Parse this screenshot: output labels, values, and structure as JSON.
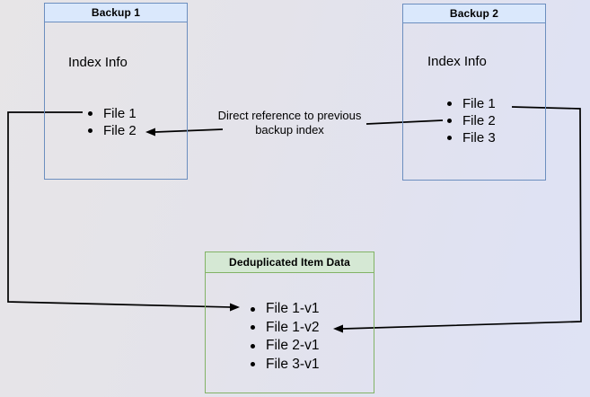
{
  "diagram": {
    "backup1": {
      "title": "Backup 1",
      "section": "Index Info",
      "files": [
        "File 1",
        "File 2"
      ]
    },
    "backup2": {
      "title": "Backup 2",
      "section": "Index Info",
      "files": [
        "File 1",
        "File 2",
        "File 3"
      ]
    },
    "dedup": {
      "title": "Deduplicated Item Data",
      "files": [
        "File 1-v1",
        "File 1-v2",
        "File 2-v1",
        "File 3-v1"
      ]
    },
    "connector_label": "Direct reference to previous backup index",
    "colors": {
      "backup_header_fill": "#dae8fc",
      "backup_border": "#6c8ebf",
      "dedup_header_fill": "#d5e8d4",
      "dedup_border": "#82b366",
      "connector": "#000000"
    }
  }
}
